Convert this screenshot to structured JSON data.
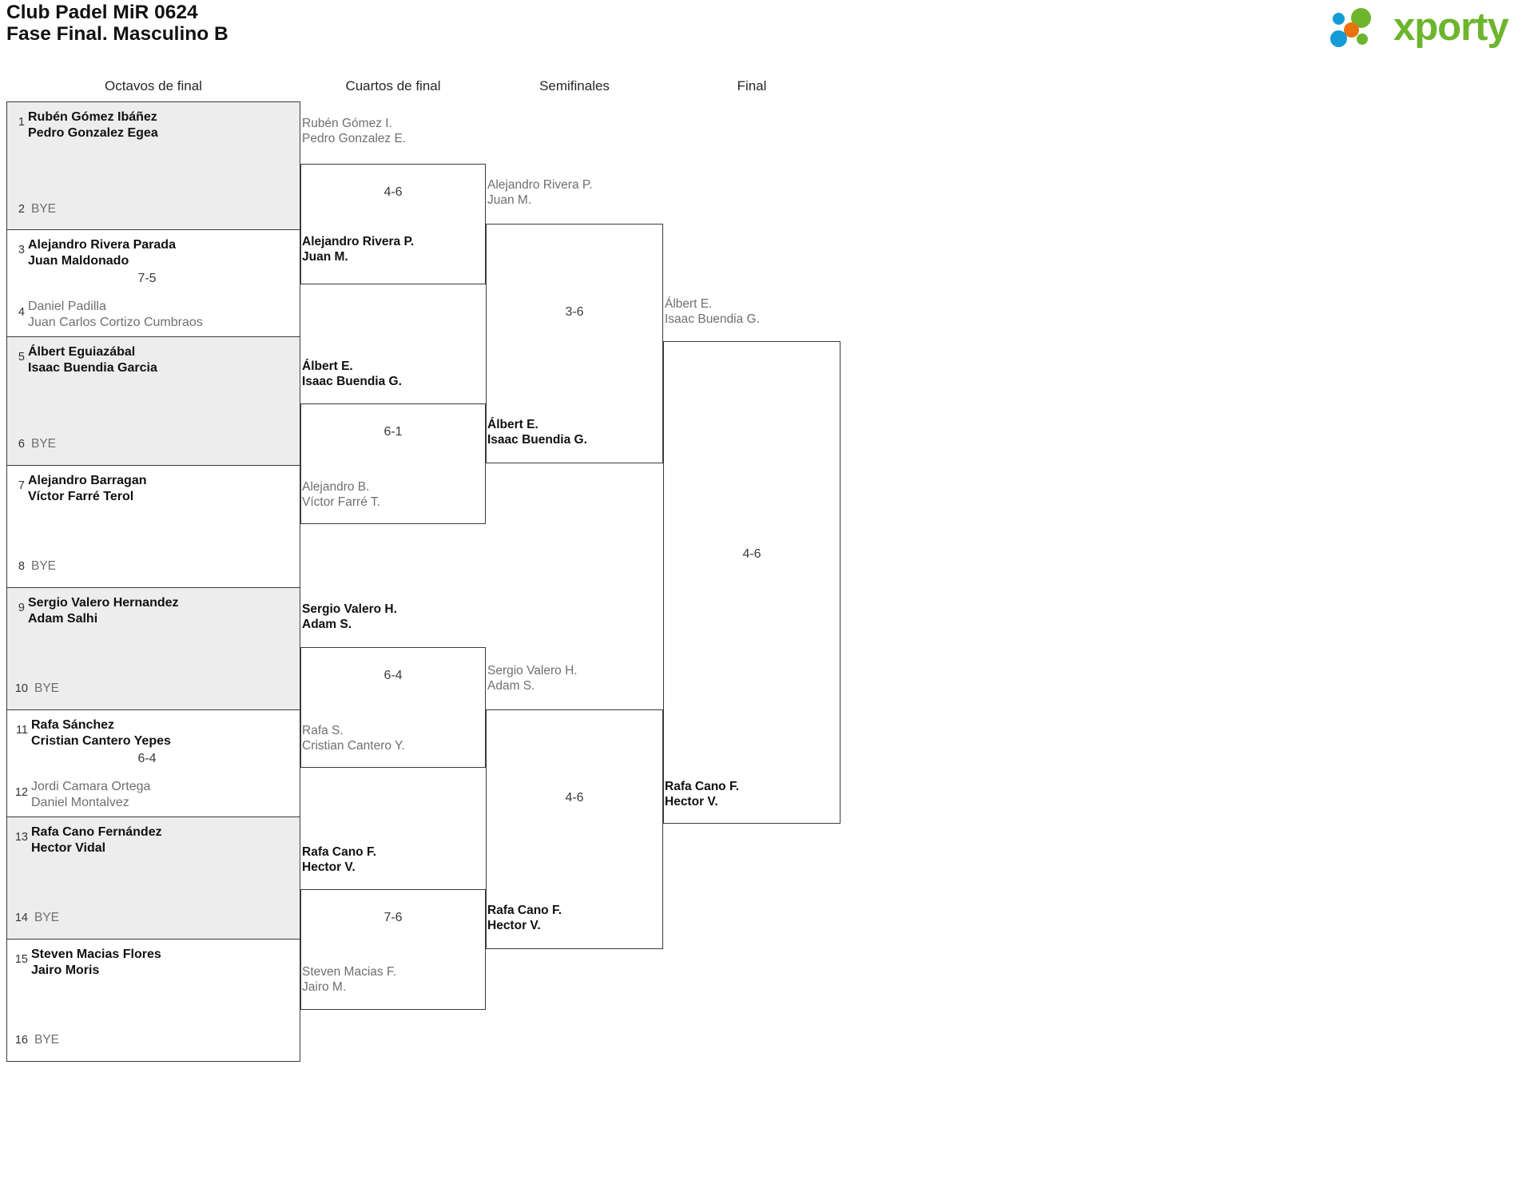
{
  "header": {
    "title_line1": "Club Padel MiR 0624",
    "title_line2": "Fase Final. Masculino B",
    "logo_word": "xporty",
    "logo_colors": {
      "green": "#6cb52d",
      "blue": "#159bd7",
      "orange": "#e8730d"
    }
  },
  "rounds": [
    {
      "label": "Octavos de final"
    },
    {
      "label": "Cuartos de final"
    },
    {
      "label": "Semifinales"
    },
    {
      "label": "Final"
    }
  ],
  "round1": {
    "entries": [
      {
        "seed": "1",
        "line1": "Rubén Gómez Ibáñez",
        "line2": "Pedro Gonzalez Egea",
        "state": "win"
      },
      {
        "seed": "2",
        "line1": "BYE",
        "line2": "",
        "state": "bye"
      },
      {
        "seed": "3",
        "line1": "Alejandro Rivera Parada",
        "line2": "Juan Maldonado",
        "state": "win"
      },
      {
        "seed": "4",
        "line1": "Daniel Padilla",
        "line2": "Juan Carlos Cortizo Cumbraos",
        "state": "lose"
      },
      {
        "seed": "5",
        "line1": "Álbert Eguiazábal",
        "line2": "Isaac Buendia Garcia",
        "state": "win"
      },
      {
        "seed": "6",
        "line1": "BYE",
        "line2": "",
        "state": "bye"
      },
      {
        "seed": "7",
        "line1": "Alejandro Barragan",
        "line2": "Víctor Farré Terol",
        "state": "win"
      },
      {
        "seed": "8",
        "line1": "BYE",
        "line2": "",
        "state": "bye"
      },
      {
        "seed": "9",
        "line1": "Sergio Valero Hernandez",
        "line2": "Adam Salhi",
        "state": "win"
      },
      {
        "seed": "10",
        "line1": "BYE",
        "line2": "",
        "state": "bye"
      },
      {
        "seed": "11",
        "line1": "Rafa Sánchez",
        "line2": "Cristian Cantero Yepes",
        "state": "win"
      },
      {
        "seed": "12",
        "line1": "Jordi Camara Ortega",
        "line2": "Daniel Montalvez",
        "state": "lose"
      },
      {
        "seed": "13",
        "line1": "Rafa Cano Fernández",
        "line2": "Hector Vidal",
        "state": "win"
      },
      {
        "seed": "14",
        "line1": "BYE",
        "line2": "",
        "state": "bye"
      },
      {
        "seed": "15",
        "line1": "Steven Macias Flores",
        "line2": "Jairo Moris",
        "state": "win"
      },
      {
        "seed": "16",
        "line1": "BYE",
        "line2": "",
        "state": "bye"
      }
    ],
    "scores": [
      {
        "match": "1",
        "value": ""
      },
      {
        "match": "2",
        "value": "7-5"
      },
      {
        "match": "3",
        "value": ""
      },
      {
        "match": "4",
        "value": ""
      },
      {
        "match": "5",
        "value": ""
      },
      {
        "match": "6",
        "value": "6-4"
      },
      {
        "match": "7",
        "value": ""
      },
      {
        "match": "8",
        "value": ""
      }
    ]
  },
  "round2": {
    "slots": [
      {
        "line1": "Rubén Gómez I.",
        "line2": "Pedro Gonzalez E.",
        "state": "lose"
      },
      {
        "line1": "Alejandro Rivera P.",
        "line2": "Juan M.",
        "state": "win"
      },
      {
        "line1": "Álbert E.",
        "line2": "Isaac Buendia G.",
        "state": "win"
      },
      {
        "line1": "Alejandro B.",
        "line2": "Víctor Farré T.",
        "state": "lose"
      },
      {
        "line1": "Sergio Valero H.",
        "line2": "Adam S.",
        "state": "win"
      },
      {
        "line1": "Rafa S.",
        "line2": "Cristian Cantero Y.",
        "state": "lose"
      },
      {
        "line1": "Rafa Cano F.",
        "line2": "Hector V.",
        "state": "win"
      },
      {
        "line1": "Steven Macias F.",
        "line2": "Jairo M.",
        "state": "lose"
      }
    ],
    "scores": [
      {
        "match": "1",
        "value": "4-6"
      },
      {
        "match": "2",
        "value": "6-1"
      },
      {
        "match": "3",
        "value": "6-4"
      },
      {
        "match": "4",
        "value": "7-6"
      }
    ]
  },
  "round3": {
    "slots": [
      {
        "line1": "Alejandro Rivera P.",
        "line2": "Juan M.",
        "state": "lose"
      },
      {
        "line1": "Álbert E.",
        "line2": "Isaac Buendia G.",
        "state": "win"
      },
      {
        "line1": "Sergio Valero H.",
        "line2": "Adam S.",
        "state": "lose"
      },
      {
        "line1": "Rafa Cano F.",
        "line2": "Hector V.",
        "state": "win"
      }
    ],
    "scores": [
      {
        "match": "1",
        "value": "3-6"
      },
      {
        "match": "2",
        "value": "4-6"
      }
    ]
  },
  "round4": {
    "slots": [
      {
        "line1": "Álbert E.",
        "line2": "Isaac Buendia G.",
        "state": "lose"
      },
      {
        "line1": "Rafa Cano F.",
        "line2": "Hector V.",
        "state": "win"
      }
    ],
    "scores": [
      {
        "match": "1",
        "value": "4-6"
      }
    ]
  }
}
